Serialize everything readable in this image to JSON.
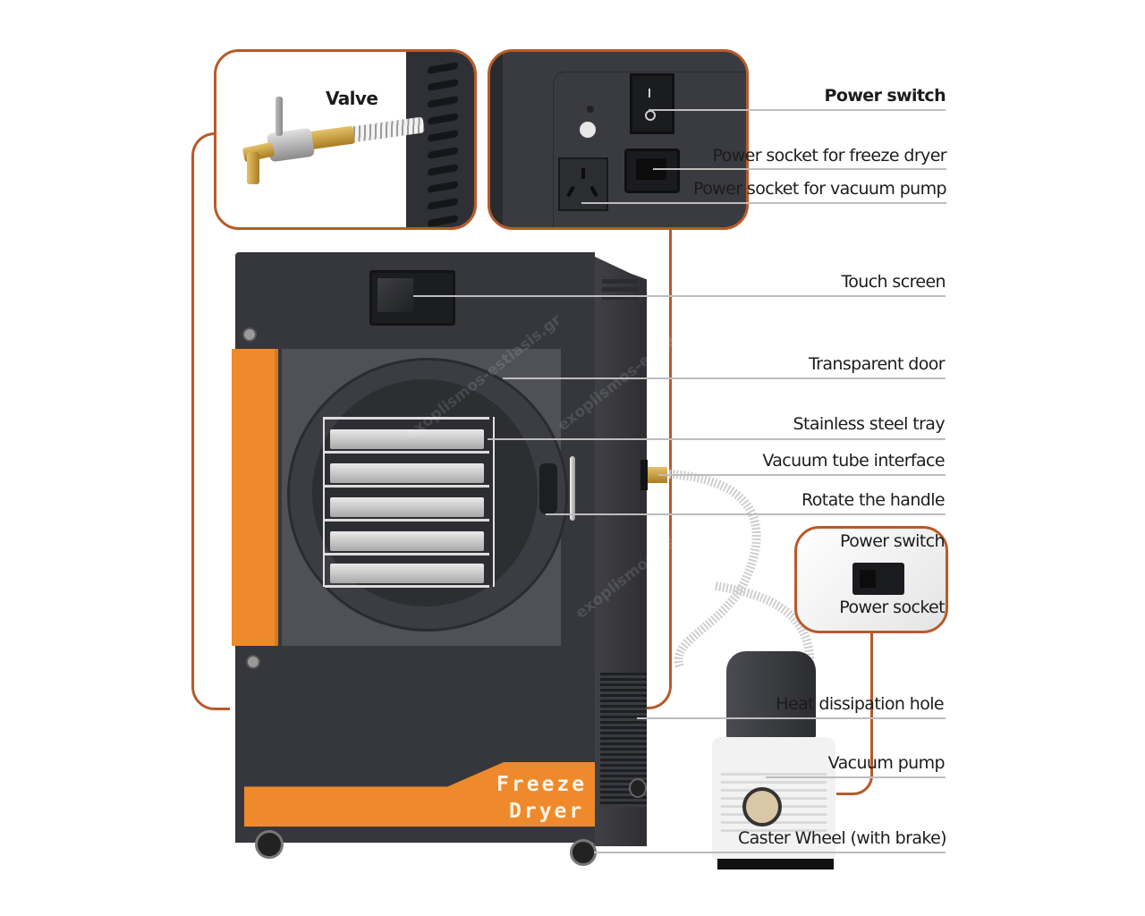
{
  "product": {
    "brand_line1": "Freeze",
    "brand_line2": "Dryer",
    "watermark": "exoplismos-estiasis.gr"
  },
  "callouts": {
    "valve": {
      "label": "Valve"
    },
    "power_panel": {
      "labels": [
        "Power switch",
        "Power socket for freeze dryer",
        "Power socket for vacuum pump"
      ]
    },
    "pump_panel": {
      "labels": [
        "Power switch",
        "Power socket"
      ]
    }
  },
  "labels": {
    "touch_screen": "Touch screen",
    "transparent_door": "Transparent door",
    "stainless_steel_tray": "Stainless steel tray",
    "vacuum_tube_interface": "Vacuum tube interface",
    "rotate_the_handle": "Rotate the handle",
    "heat_dissipation_hole": "Heat dissipation hole",
    "vacuum_pump": "Vacuum pump",
    "caster_wheel": "Caster Wheel (with brake)"
  },
  "colors": {
    "accent_orange": "#ee8a2c",
    "callout_border": "#b85a2a",
    "body_dark": "#36373c",
    "leader_line": "#bdbdbd"
  }
}
